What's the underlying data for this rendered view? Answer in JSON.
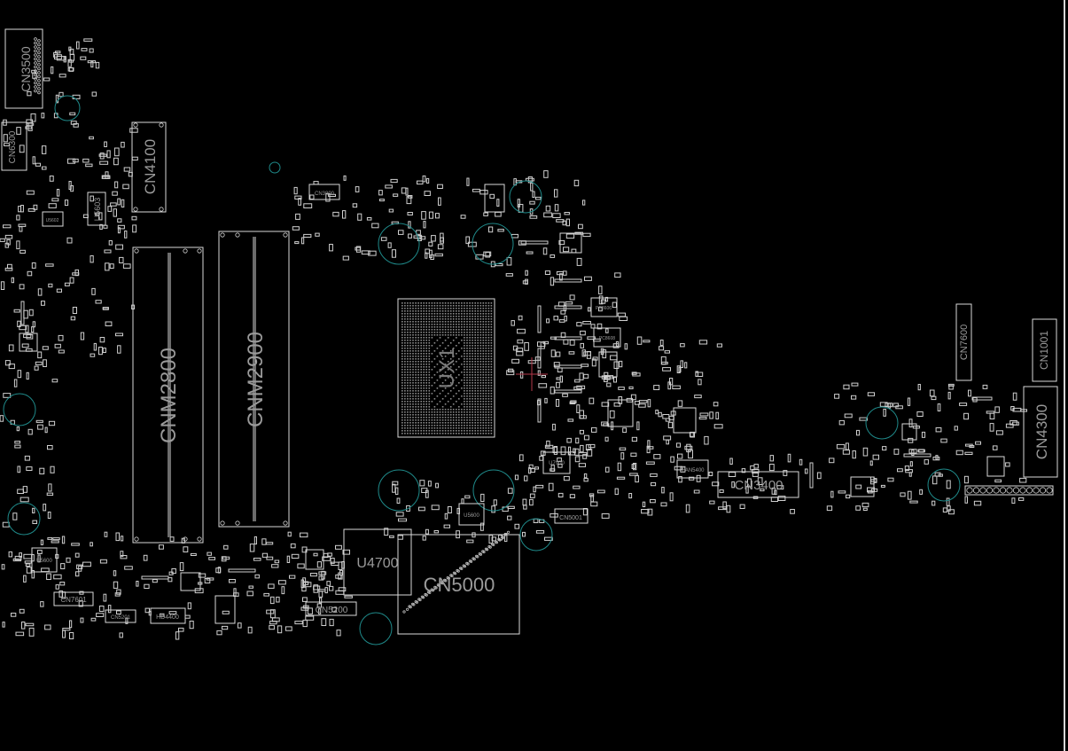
{
  "viewer": {
    "background": "#000000",
    "outline_color": "#d9d9d9",
    "label_color": "#9a9a9a",
    "hole_color": "#1f8a8a"
  },
  "components": {
    "cn3500": "CN3500",
    "cn6300": "CN6300",
    "cn4100": "CN4100",
    "u5603": "U5603",
    "cnm2800": "CNM2800",
    "cnm2900": "CNM2900",
    "ux1": "UX1",
    "cn3800": "CN3800",
    "u4700": "U4700",
    "cn5000": "CN5000",
    "cn5200": "CN5200",
    "cn7601": "CN7601",
    "cn5201": "CN5201",
    "hd4400": "HD4400",
    "cn5001": "CN5001",
    "u5600": "U5600",
    "u7900": "U7900",
    "fan5400": "FAN5400",
    "cn3400": "CN3400",
    "cn7600": "CN7600",
    "cn1001": "CN1001",
    "cn4300": "CN4300",
    "pc8606": "PC8606",
    "pc8608": "PC8608",
    "u5602": "U5602",
    "u5600b": "U5600"
  }
}
